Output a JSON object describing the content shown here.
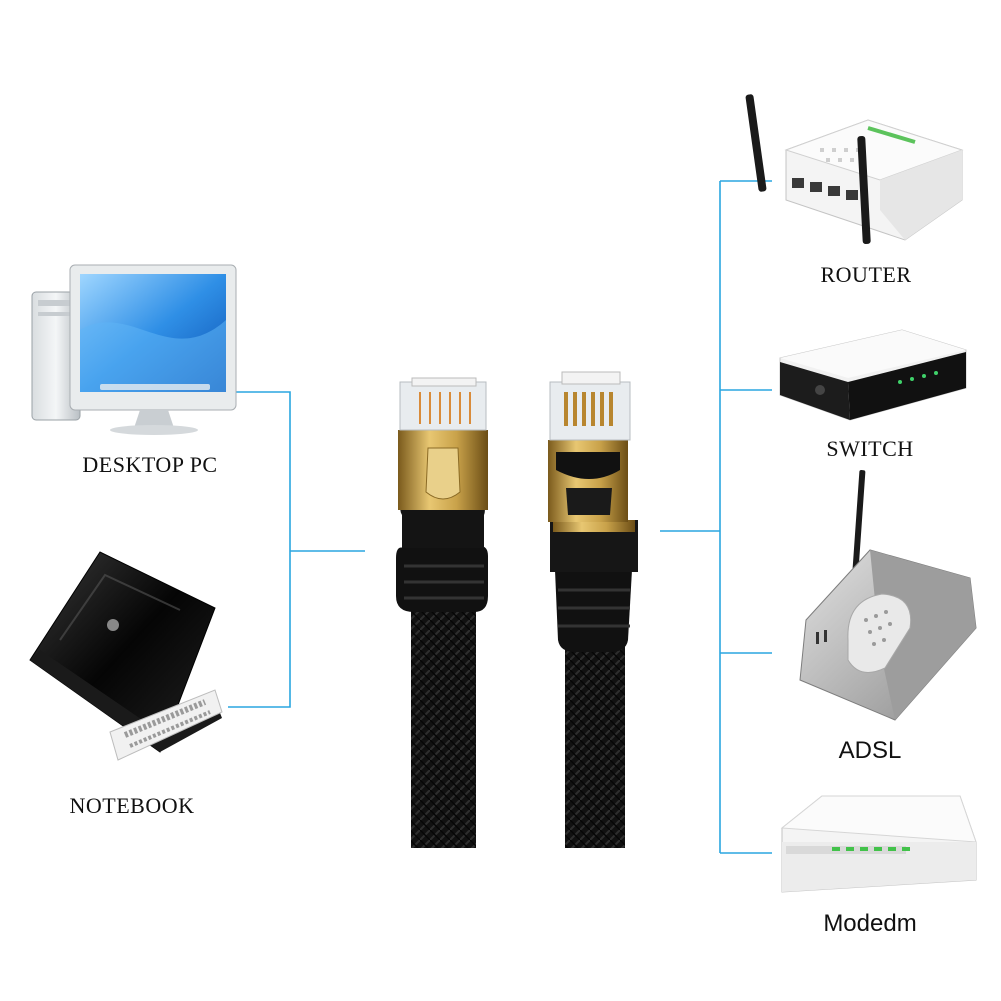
{
  "colors": {
    "connector_line": "#2aa6e0",
    "cable": "#1a1a1a",
    "gold_plug": "#c9a24a",
    "background": "#ffffff"
  },
  "devices": {
    "left": [
      {
        "label": "DESKTOP PC",
        "icon": "desktop-pc-icon"
      },
      {
        "label": "NOTEBOOK",
        "icon": "notebook-icon"
      }
    ],
    "right": [
      {
        "label": "ROUTER",
        "icon": "router-icon"
      },
      {
        "label": "SWITCH",
        "icon": "switch-icon"
      },
      {
        "label": "ADSL",
        "icon": "adsl-modem-icon"
      },
      {
        "label": "Modedm",
        "icon": "modem-icon"
      }
    ]
  },
  "cable": {
    "icon": "rj45-ethernet-cable-icon"
  }
}
